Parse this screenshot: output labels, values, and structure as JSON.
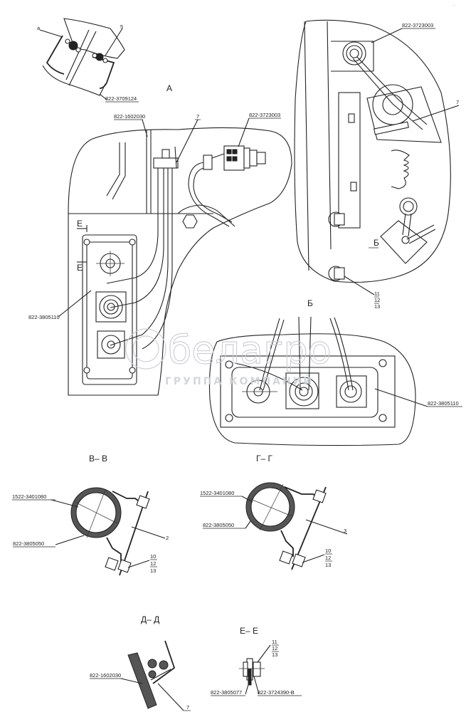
{
  "diagram": {
    "type": "technical-assembly-drawing",
    "corner_mark": "..."
  },
  "views": {
    "A": {
      "title": "А",
      "labels": {
        "left_ref": "а",
        "item": "5",
        "part": "822-3709124"
      }
    },
    "main": {
      "labels": {
        "part_left_top": "822-1602030",
        "item_7": "7",
        "connector": "822-3723003",
        "panel": "822-3805110",
        "section_E_top": "Е",
        "section_E_bottom": "Е"
      }
    },
    "B": {
      "title": "Б",
      "labels": {
        "connector": "822-3723003",
        "item_7": "7",
        "view_mark": "Б",
        "fasteners": [
          "11",
          "12",
          "13"
        ]
      }
    },
    "G_view": {
      "labels": {
        "panel": "822-3805110"
      }
    },
    "section_V": {
      "title": "В– В",
      "labels": {
        "tube": "1522-3401080",
        "clamp": "822-3805050",
        "item": "2",
        "fasteners": [
          "10",
          "12",
          "13"
        ]
      }
    },
    "section_G": {
      "title": "Г– Г",
      "labels": {
        "tube": "1522-3401080",
        "clamp": "822-3805050",
        "item": "3",
        "fasteners": [
          "10",
          "12",
          "13"
        ]
      }
    },
    "section_D": {
      "title": "Д– Д",
      "labels": {
        "part": "822-1602030",
        "item": "7"
      }
    },
    "section_E": {
      "title": "Е– Е",
      "labels": {
        "fasteners": [
          "11",
          "12",
          "13"
        ],
        "part_left": "822-3805077",
        "part_right": "822-3724390-В"
      }
    }
  },
  "watermark": {
    "brand": "белагро",
    "subtitle": "ГРУППА КОМПАНИЙ"
  }
}
